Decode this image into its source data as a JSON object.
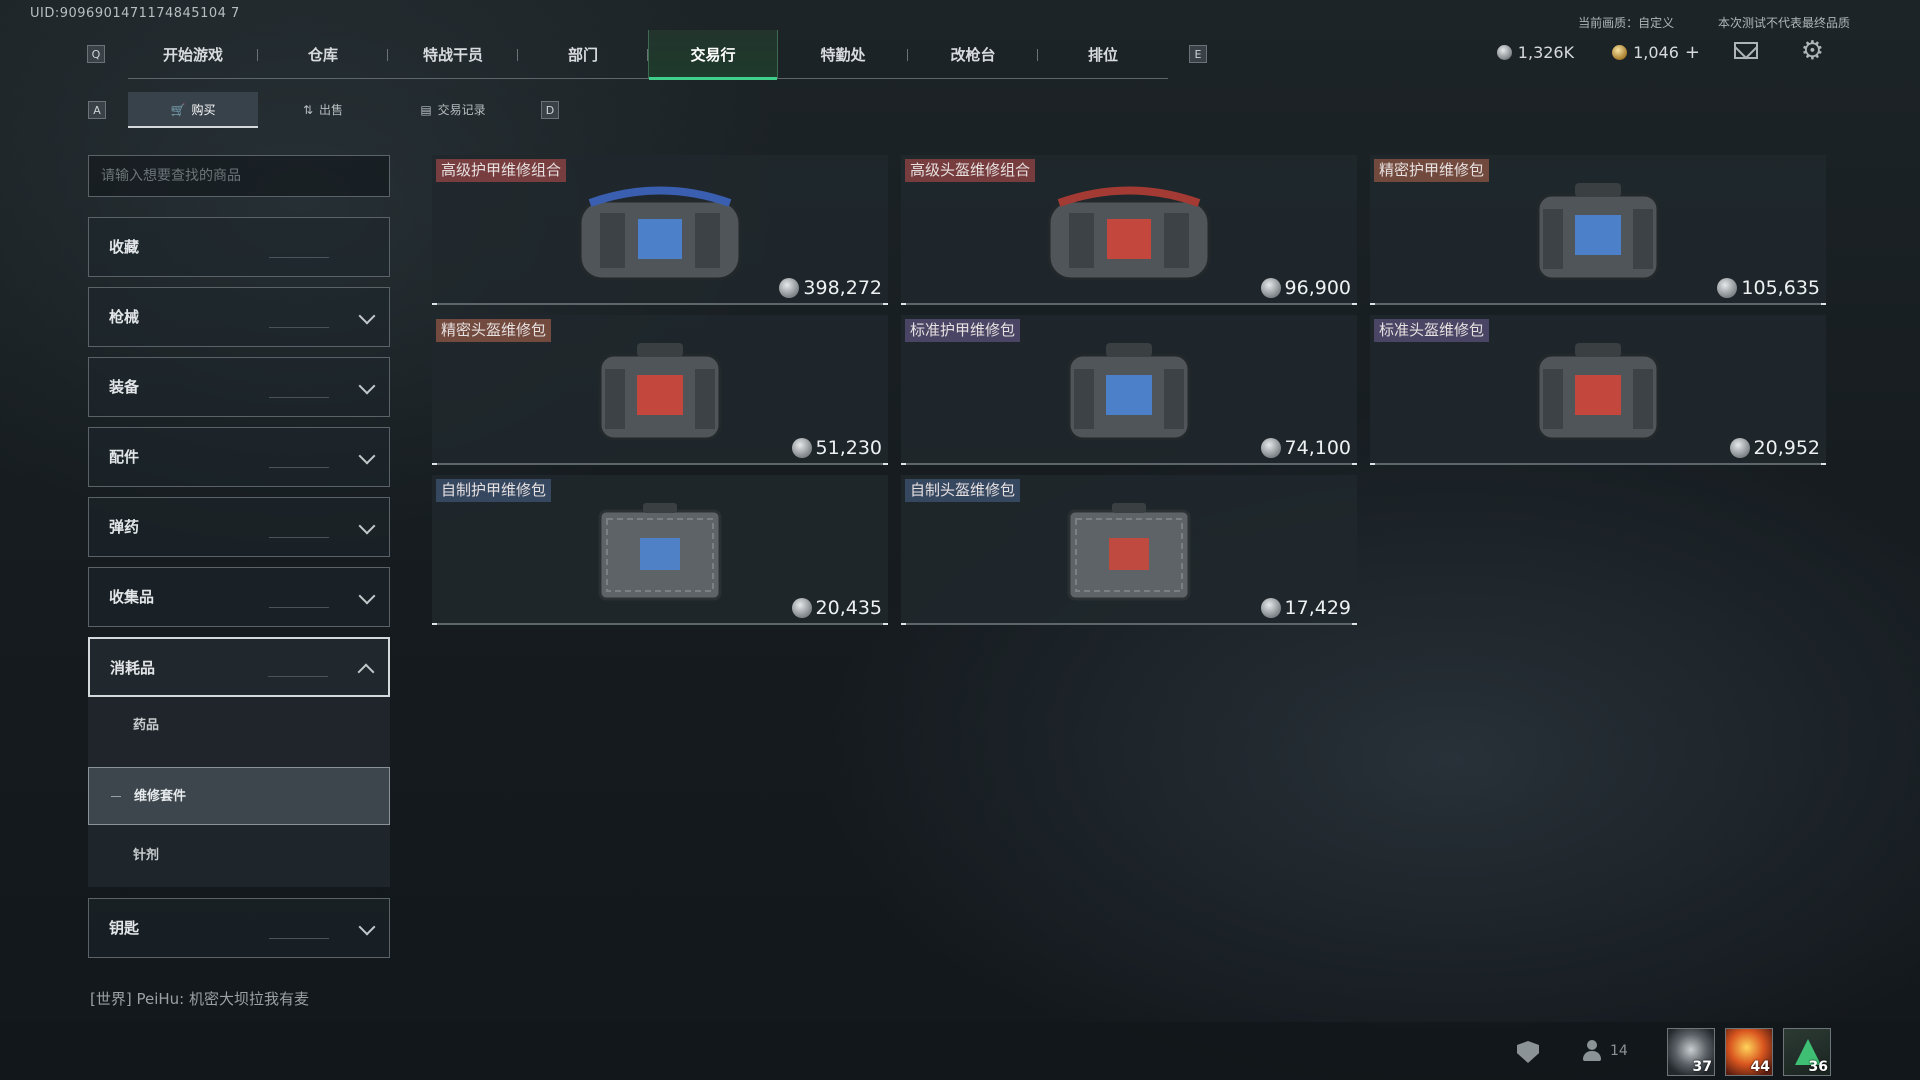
{
  "uid": "UID:9096901471174845104 7",
  "keys": {
    "q": "Q",
    "e": "E",
    "a": "A",
    "d": "D"
  },
  "nav": {
    "tabs": [
      {
        "label": "开始游戏"
      },
      {
        "label": "仓库"
      },
      {
        "label": "特战干员"
      },
      {
        "label": "部门"
      },
      {
        "label": "交易行",
        "active": true
      },
      {
        "label": "特勤处"
      },
      {
        "label": "改枪台"
      },
      {
        "label": "排位"
      }
    ]
  },
  "header": {
    "quality_label": "当前画质：自定义",
    "test_notice": "本次测试不代表最终品质",
    "currency_silver": "1,326K",
    "currency_gold": "1,046",
    "plus": "+"
  },
  "subtabs": {
    "buy": "购买",
    "sell": "出售",
    "records": "交易记录"
  },
  "search": {
    "placeholder": "请输入想要查找的商品"
  },
  "categories": [
    {
      "label": "收藏"
    },
    {
      "label": "枪械"
    },
    {
      "label": "装备"
    },
    {
      "label": "配件"
    },
    {
      "label": "弹药"
    },
    {
      "label": "收集品"
    },
    {
      "label": "消耗品",
      "expanded": true
    },
    {
      "label": "钥匙"
    }
  ],
  "subcategories": [
    {
      "label": "药品"
    },
    {
      "label": "维修套件",
      "active": true
    },
    {
      "label": "针剂"
    }
  ],
  "items": [
    {
      "name": "高级护甲维修组合",
      "price": "398,272",
      "tag_color": "red",
      "icon": "armor-repair-duffel-icon"
    },
    {
      "name": "高级头盔维修组合",
      "price": "96,900",
      "tag_color": "red",
      "icon": "helmet-repair-duffel-icon"
    },
    {
      "name": "精密护甲维修包",
      "price": "105,635",
      "tag_color": "orange",
      "icon": "armor-repair-bag-icon"
    },
    {
      "name": "精密头盔维修包",
      "price": "51,230",
      "tag_color": "orange",
      "icon": "helmet-repair-bag-icon"
    },
    {
      "name": "标准护甲维修包",
      "price": "74,100",
      "tag_color": "purple",
      "icon": "armor-repair-bag-icon"
    },
    {
      "name": "标准头盔维修包",
      "price": "20,952",
      "tag_color": "purple",
      "icon": "helmet-repair-bag-icon"
    },
    {
      "name": "自制护甲维修包",
      "price": "20,435",
      "tag_color": "blue",
      "icon": "armor-repair-pouch-icon"
    },
    {
      "name": "自制头盔维修包",
      "price": "17,429",
      "tag_color": "blue",
      "icon": "helmet-repair-pouch-icon"
    }
  ],
  "chat": {
    "message": "[世界] PeiHu: 机密大坝拉我有麦"
  },
  "bottom": {
    "friends_count": "14",
    "badges": [
      {
        "level": "37",
        "icon": "rank-skull-badge-icon"
      },
      {
        "level": "44",
        "icon": "rank-fire-badge-icon"
      },
      {
        "level": "36",
        "icon": "rank-triangle-badge-icon"
      }
    ]
  },
  "colors": {
    "accent": "#3fcf8a",
    "tag_red": "#964646",
    "tag_orange": "#965a46",
    "tag_purple": "#5a5078",
    "tag_blue": "#3c506e"
  }
}
